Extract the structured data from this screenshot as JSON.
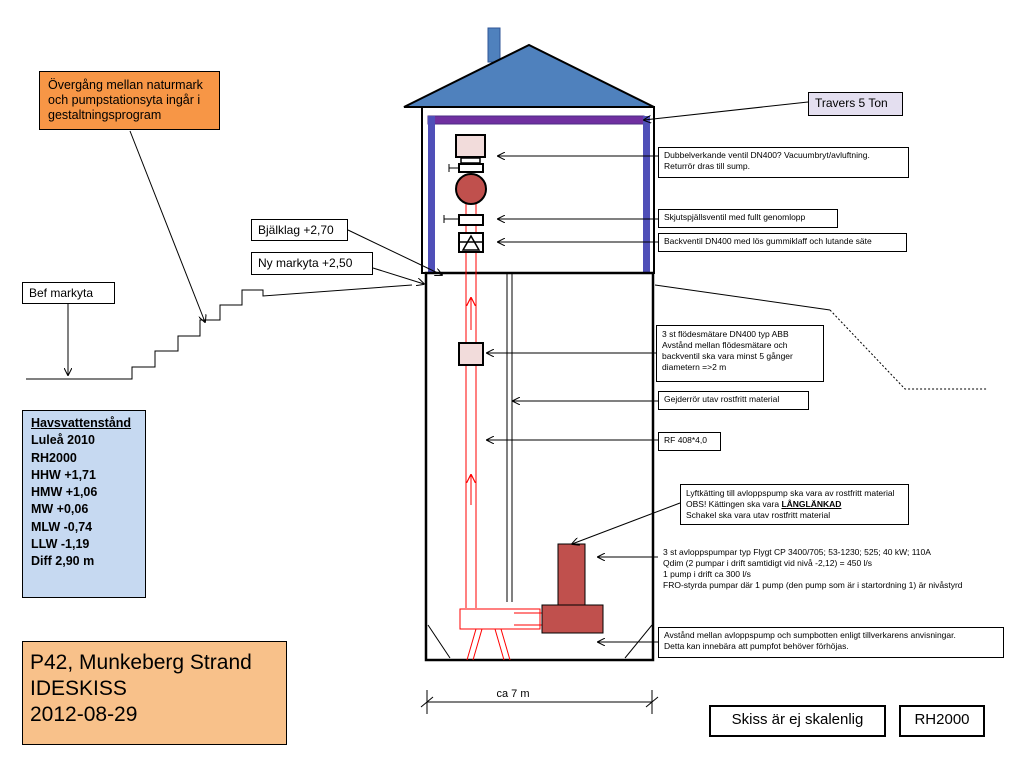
{
  "colors": {
    "roof": "#4f81bd",
    "crane": "#7030a0",
    "pump": "#c0504d",
    "pipe_red": "#ff0000",
    "valve_fill": "#f2dcdb",
    "sea_box": "#c6d9f1",
    "orange_note": "#f79646",
    "title_box": "#f8c18a",
    "crane_label_bg": "#e4dff0"
  },
  "notes": {
    "landscape": "Övergång mellan naturmark och pumpstationsyta ingår i gestaltningsprogram",
    "existing_ground": "Bef markyta",
    "beam_level": "Bjälklag +2,70",
    "new_ground": "Ny markyta +2,50",
    "crane": "Travers 5 Ton",
    "double_valve": [
      "Dubbelverkande ventil DN400? Vacuumbryt/avluftning.",
      "Returrör dras till sump."
    ],
    "gate_valve": "Skjutspjällsventil med fullt genomlopp",
    "check_valve": "Backventil DN400 med lös gummiklaff och lutande säte",
    "flowmeters": [
      "3 st flödesmätare DN400 typ ABB",
      "Avstånd mellan flödesmätare och",
      "backventil ska vara minst 5 gånger",
      "diametern =>2 m"
    ],
    "guide_pipe": "Gejderrör utav rostfritt material",
    "rf_pipe": "RF 408*4,0",
    "chain": {
      "line1": "Lyftkätting till avloppspump ska vara av rostfritt material",
      "line2_prefix": "OBS! Kättingen ska vara ",
      "line2_emph": "LÅNGLÄNKAD",
      "line3": "Schakel ska vara utav rostfritt material"
    },
    "pumps": [
      "3 st avloppspumpar typ Flygt CP 3400/705; 53-1230; 525; 40 kW; 110A",
      "Qdim (2 pumpar i drift samtidigt vid nivå -2,12) = 450 l/s",
      "1 pump i drift ca 300 l/s",
      "FRO-styrda pumpar där 1 pump  (den pump som är i startordning 1) är nivåstyrd"
    ],
    "sump": [
      "Avstånd mellan avloppspump och sumpbotten enligt tillverkarens anvisningar.",
      "Detta kan innebära att pumpfot behöver förhöjas."
    ]
  },
  "sea_levels": {
    "heading": "Havsvattenstånd",
    "lines": [
      "Luleå 2010",
      "RH2000",
      "HHW +1,71",
      "HMW +1,06",
      "MW +0,06",
      "MLW -0,74",
      "LLW -1,19",
      "Diff 2,90 m"
    ]
  },
  "title_block": {
    "project": "P42, Munkeberg Strand",
    "stage": "IDESKISS",
    "date": "2012-08-29"
  },
  "dimension": "ca 7 m",
  "scale_note": "Skiss är ej skalenlig",
  "height_system": "RH2000"
}
